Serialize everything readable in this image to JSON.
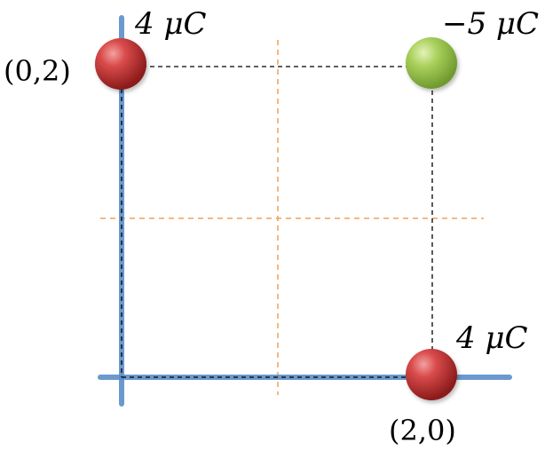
{
  "charges": [
    {
      "id": "top-left",
      "charge_text": "4 μC",
      "coord_text": "(0,2)",
      "color": "red"
    },
    {
      "id": "top-right",
      "charge_text": "−5 μC",
      "coord_text": "",
      "color": "green"
    },
    {
      "id": "bottom-right",
      "charge_text": "4 μC",
      "coord_text": "(2,0)",
      "color": "red"
    }
  ],
  "colors": {
    "axis": "#5b8fc9",
    "dashed_guides": "#000000",
    "center_guides": "#f0a058",
    "charge_red": "#cc2f2f",
    "charge_green": "#8fc04a"
  }
}
